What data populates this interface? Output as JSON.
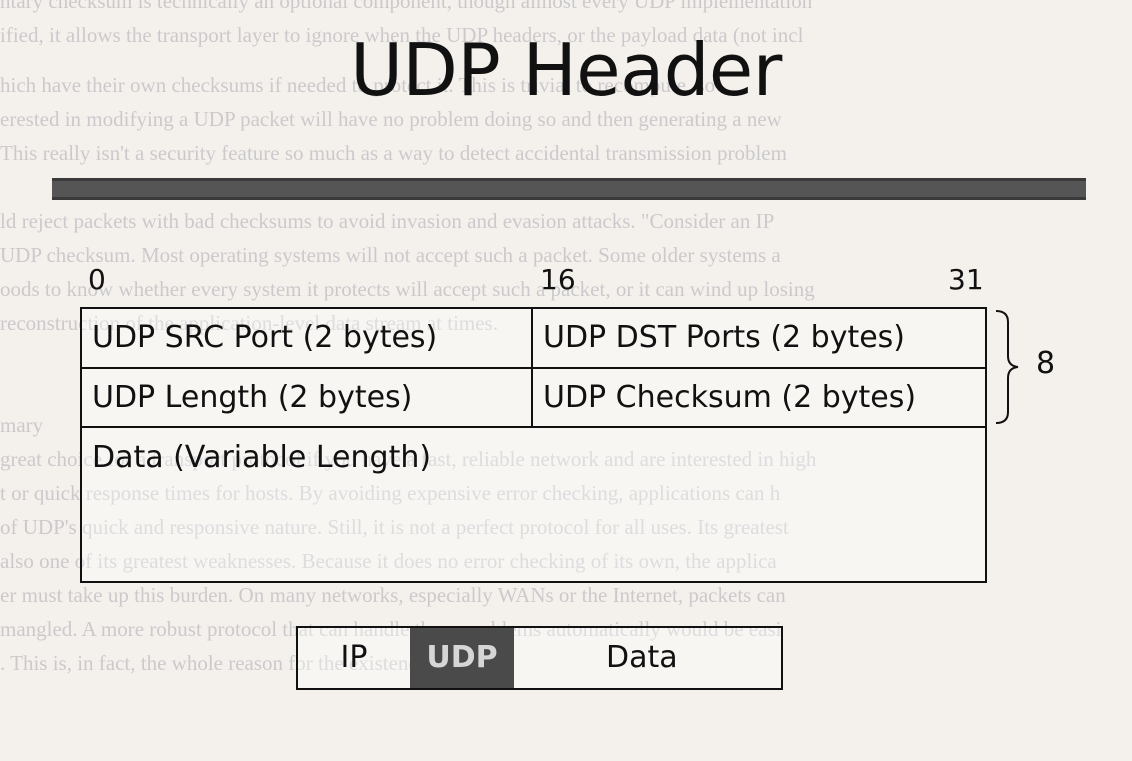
{
  "title": "UDP Header",
  "bits": {
    "start": "0",
    "middle": "16",
    "end": "31"
  },
  "fields": {
    "src_port": "UDP SRC Port (2 bytes)",
    "dst_ports": "UDP DST Ports (2 bytes)",
    "length": "UDP Length (2 bytes)",
    "checksum": "UDP Checksum (2 bytes)",
    "data": "Data (Variable Length)"
  },
  "header_size": "8",
  "stack": {
    "ip": "IP",
    "udp": "UDP",
    "data": "Data"
  },
  "colors": {
    "title_bar": "#555555",
    "udp_segment": "#4a4a4a",
    "udp_segment_text": "#d6d6d6",
    "background": "#f4f1ec"
  },
  "background_text": [
    "ntary checksum is technically an optional component, though almost every UDP implementation",
    "ified, it allows the transport layer to ignore when the UDP headers, or the payload data (not incl",
    "hich have their own checksums if needed to protect it. This is trivial to recompute, so",
    "erested in modifying a UDP packet will have no problem doing so and then generating a new",
    "This really isn't a security feature so much as a way to detect accidental transmission problem",
    "",
    "ld reject packets with bad checksums to avoid invasion and evasion attacks. \"Consider an IP",
    "UDP checksum. Most operating systems will not accept such a packet. Some older systems a",
    "oods to know whether every system it protects will accept such a packet, or it can wind up losing",
    "reconstruction of the application-level data stream at times.",
    "",
    "",
    "mary",
    "great choice for a transport protocol if you have a fast, reliable network and are interested in high",
    "t or quick response times for hosts. By avoiding expensive error checking, applications can h",
    "of UDP's quick and responsive nature. Still, it is not a perfect protocol for all uses. Its greatest",
    "also one of its greatest weaknesses. Because it does no error checking of its own, the applica",
    "er must take up this burden. On many networks, especially WANs or the Internet, packets can",
    "mangled. A more robust protocol that can handle these problems automatically would be easi",
    ". This is, in fact, the whole reason for the existence of TCP."
  ]
}
